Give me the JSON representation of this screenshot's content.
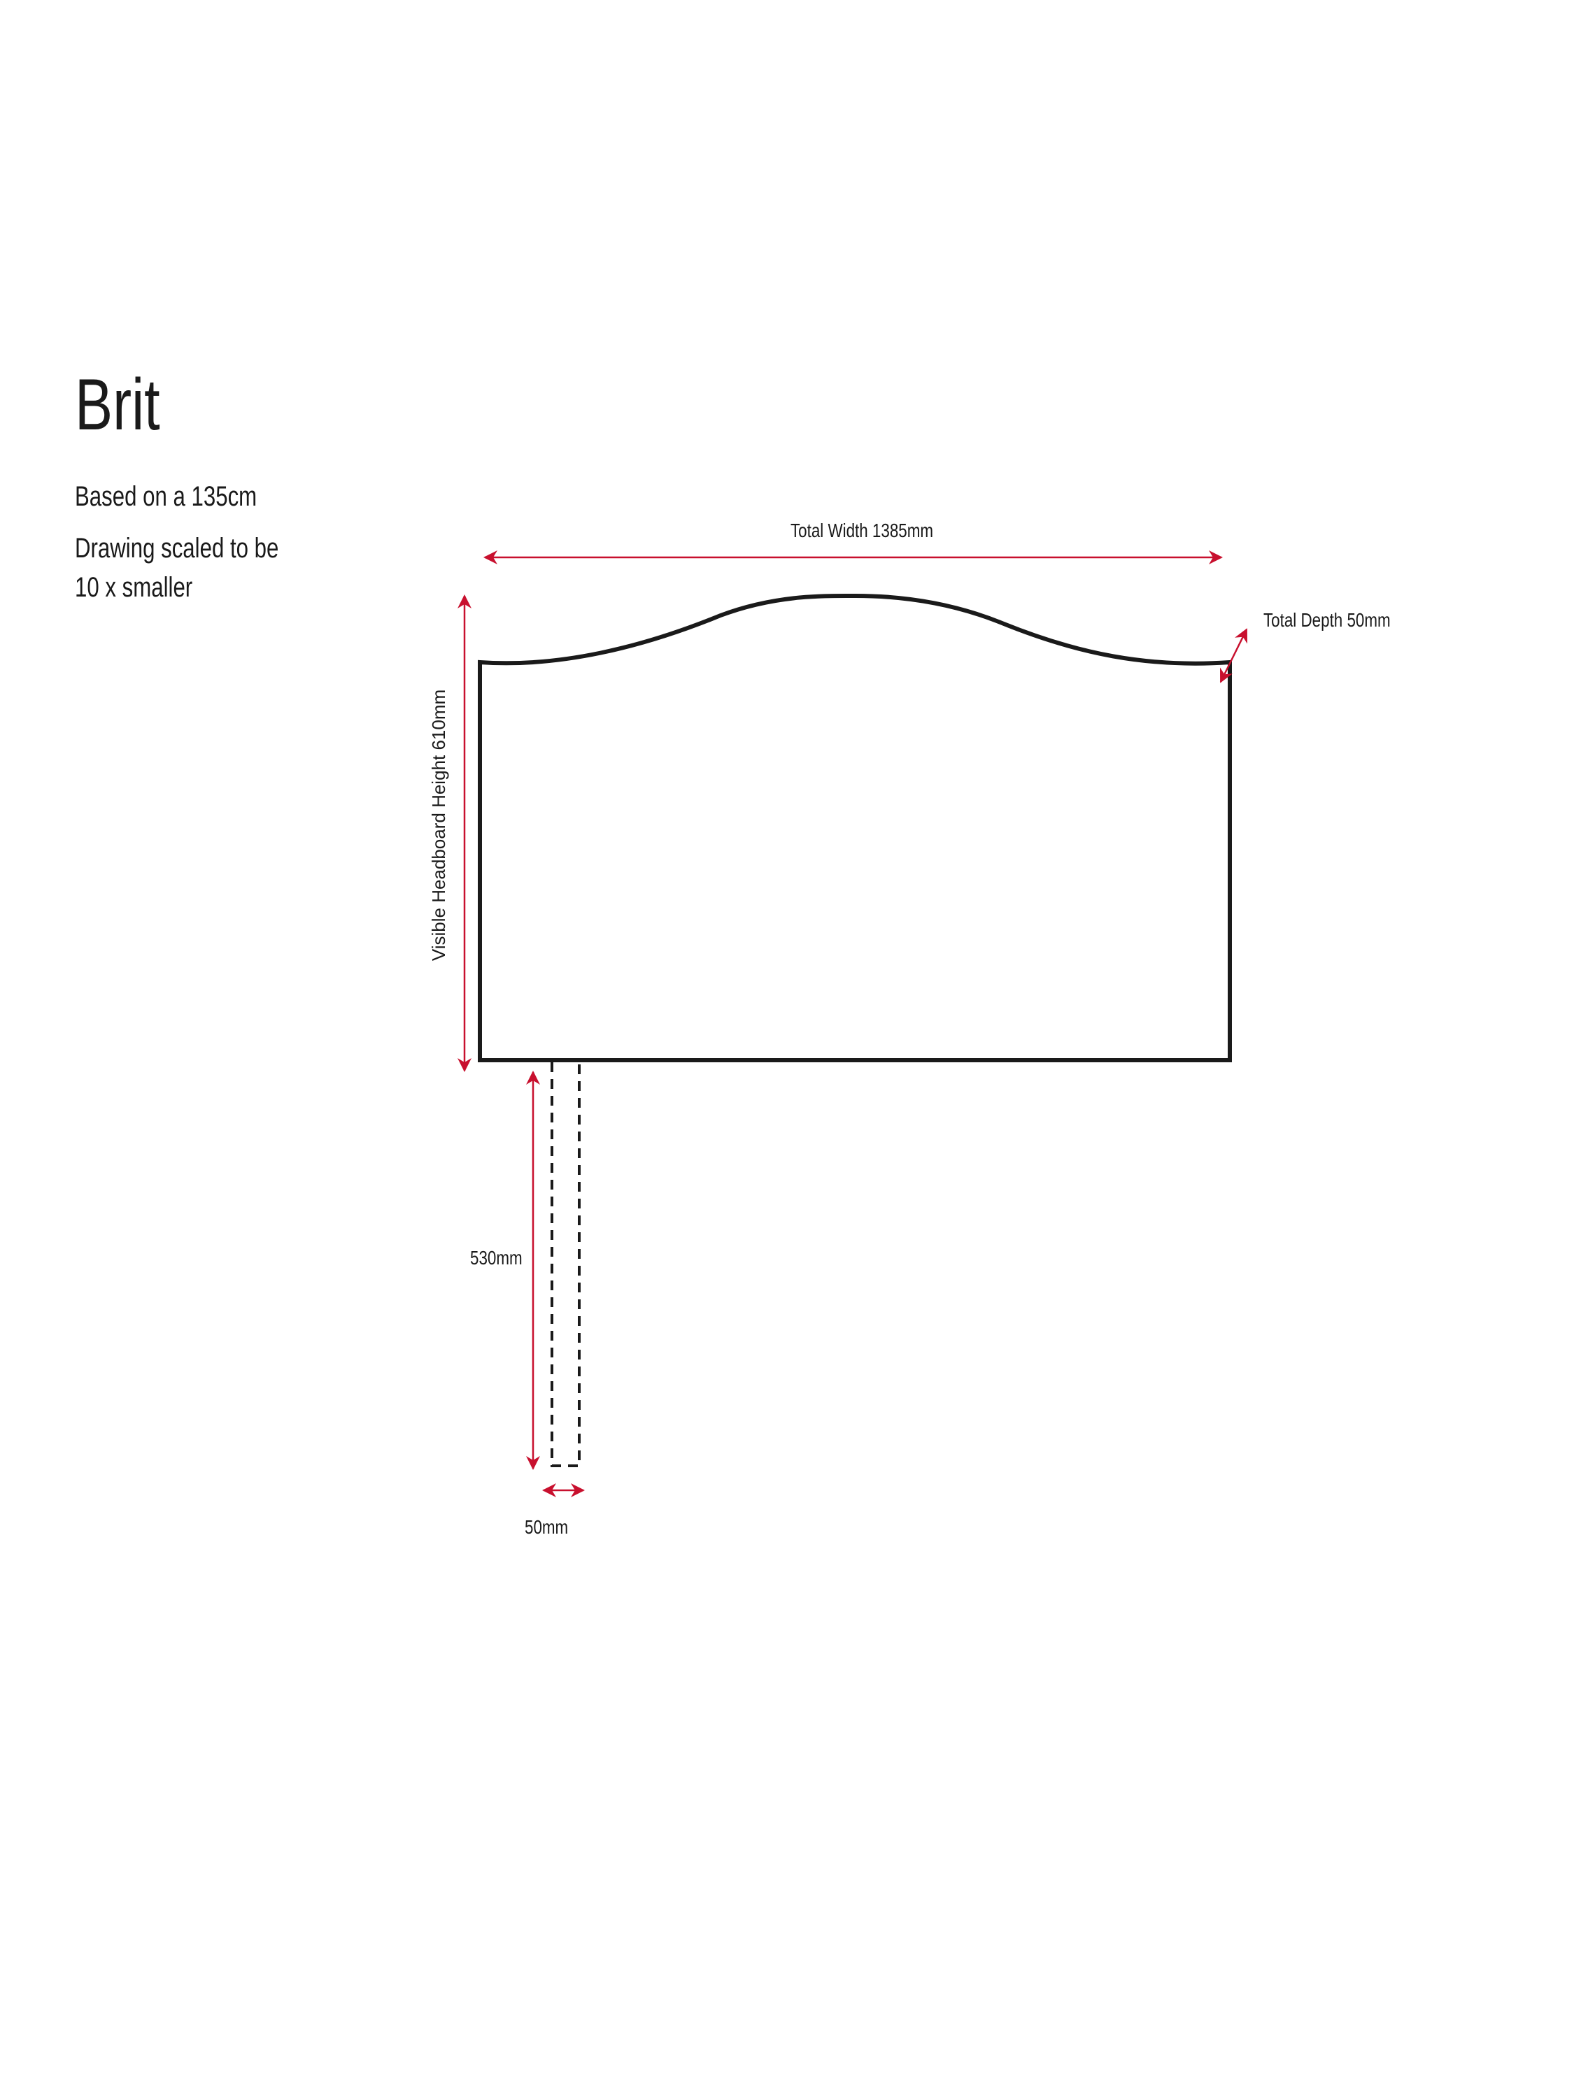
{
  "title": "Brit",
  "notes": [
    "Based on a 135cm",
    "Drawing scaled to be",
    "10 x smaller"
  ],
  "dimensions": {
    "total_width": "Total Width 1385mm",
    "total_depth": "Total Depth 50mm",
    "visible_height": "Visible Headboard Height 610mm",
    "leg_height": "530mm",
    "leg_width": "50mm"
  },
  "colors": {
    "outline": "#1a1a1a",
    "dimension": "#c8102e"
  }
}
